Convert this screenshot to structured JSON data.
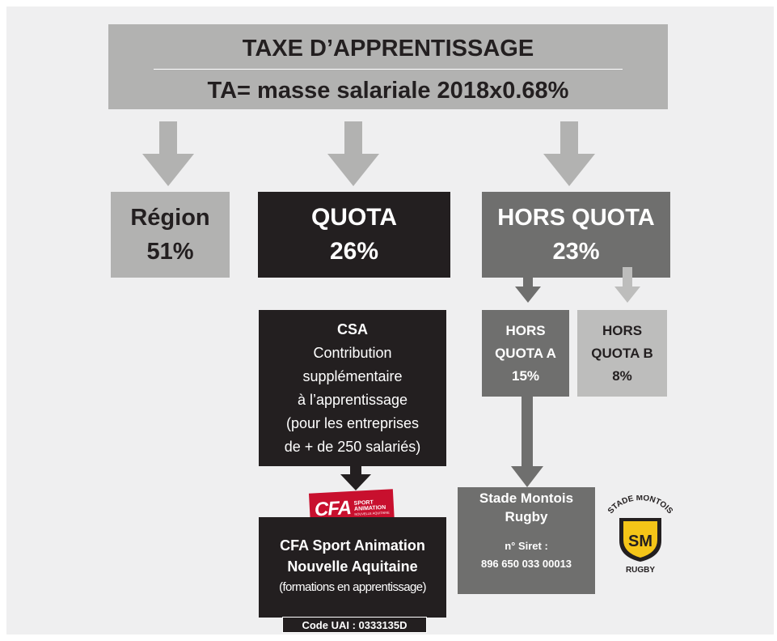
{
  "header": {
    "title": "TAXE D’APPRENTISSAGE",
    "formula": "TA= masse salariale 2018x0.68%"
  },
  "region": {
    "label": "Région",
    "percent": "51%"
  },
  "quota": {
    "label": "QUOTA",
    "percent": "26%"
  },
  "hors_quota": {
    "label": "HORS QUOTA",
    "percent": "23%"
  },
  "csa": {
    "title": "CSA",
    "lines": [
      "Contribution",
      "supplémentaire",
      "à l’apprentissage",
      "(pour les entreprises",
      "de + de 250 salariés)"
    ]
  },
  "hors_quota_a": {
    "line1": "HORS",
    "line2": "QUOTA A",
    "percent": "15%"
  },
  "hors_quota_b": {
    "line1": "HORS",
    "line2": "QUOTA B",
    "percent": "8%"
  },
  "cfa": {
    "logo_text": "CFA",
    "logo_sub1": "SPORT",
    "logo_sub2": "ANIMATION",
    "logo_sub3": "NOUVELLE AQUITAINE",
    "name1": "CFA Sport Animation",
    "name2": "Nouvelle Aquitaine",
    "note": "(formations en apprentissage)",
    "uai": "Code UAI : 0333135D"
  },
  "stade": {
    "name1": "Stade Montois",
    "name2": "Rugby",
    "siret_label": "n° Siret :",
    "siret": "896 650 033 00013"
  },
  "sm_logo": {
    "top": "STADE MONTOIS",
    "center": "SM",
    "bottom": "RUGBY"
  },
  "colors": {
    "light_gray": "#b2b2b1",
    "dark": "#231f20",
    "mid_gray": "#6f6f6e",
    "panel": "#efeff0",
    "cfa_red": "#c8102e",
    "sm_yellow": "#f5c518"
  }
}
